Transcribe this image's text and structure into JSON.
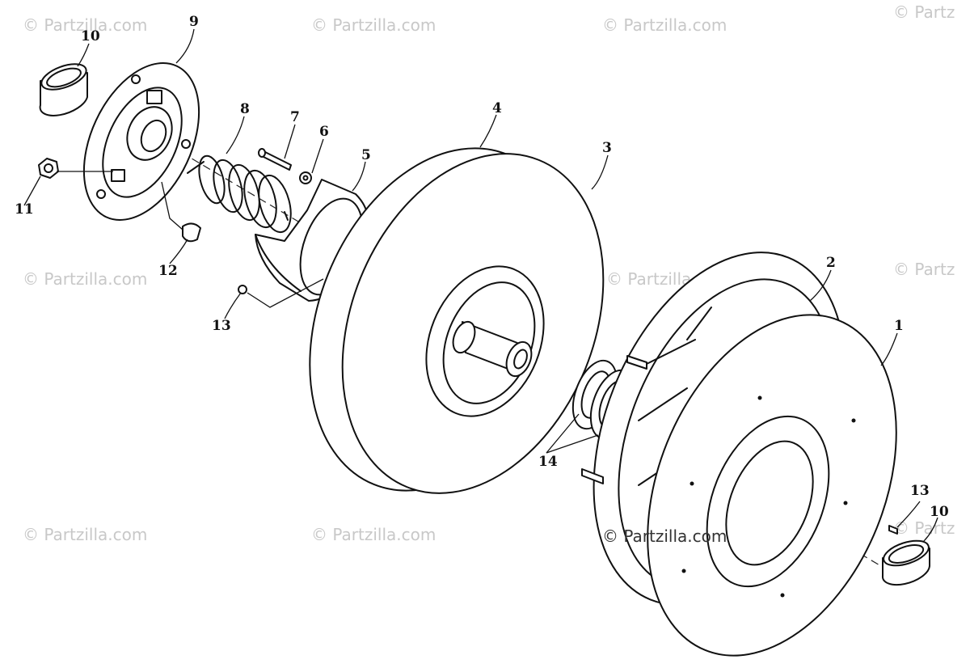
{
  "watermark": {
    "text": "© Partzilla.com",
    "partial_text": "© Partz"
  },
  "callouts": [
    {
      "id": "c1",
      "label": "1"
    },
    {
      "id": "c2",
      "label": "2"
    },
    {
      "id": "c3",
      "label": "3"
    },
    {
      "id": "c4",
      "label": "4"
    },
    {
      "id": "c5",
      "label": "5"
    },
    {
      "id": "c6",
      "label": "6"
    },
    {
      "id": "c7",
      "label": "7"
    },
    {
      "id": "c8",
      "label": "8"
    },
    {
      "id": "c9",
      "label": "9"
    },
    {
      "id": "c10a",
      "label": "10"
    },
    {
      "id": "c10b",
      "label": "10"
    },
    {
      "id": "c11",
      "label": "11"
    },
    {
      "id": "c12",
      "label": "12"
    },
    {
      "id": "c13a",
      "label": "13"
    },
    {
      "id": "c13b",
      "label": "13"
    },
    {
      "id": "c14",
      "label": "14"
    }
  ],
  "colors": {
    "ink": "#111111",
    "watermark": "#c8c8c8",
    "background": "#ffffff"
  }
}
